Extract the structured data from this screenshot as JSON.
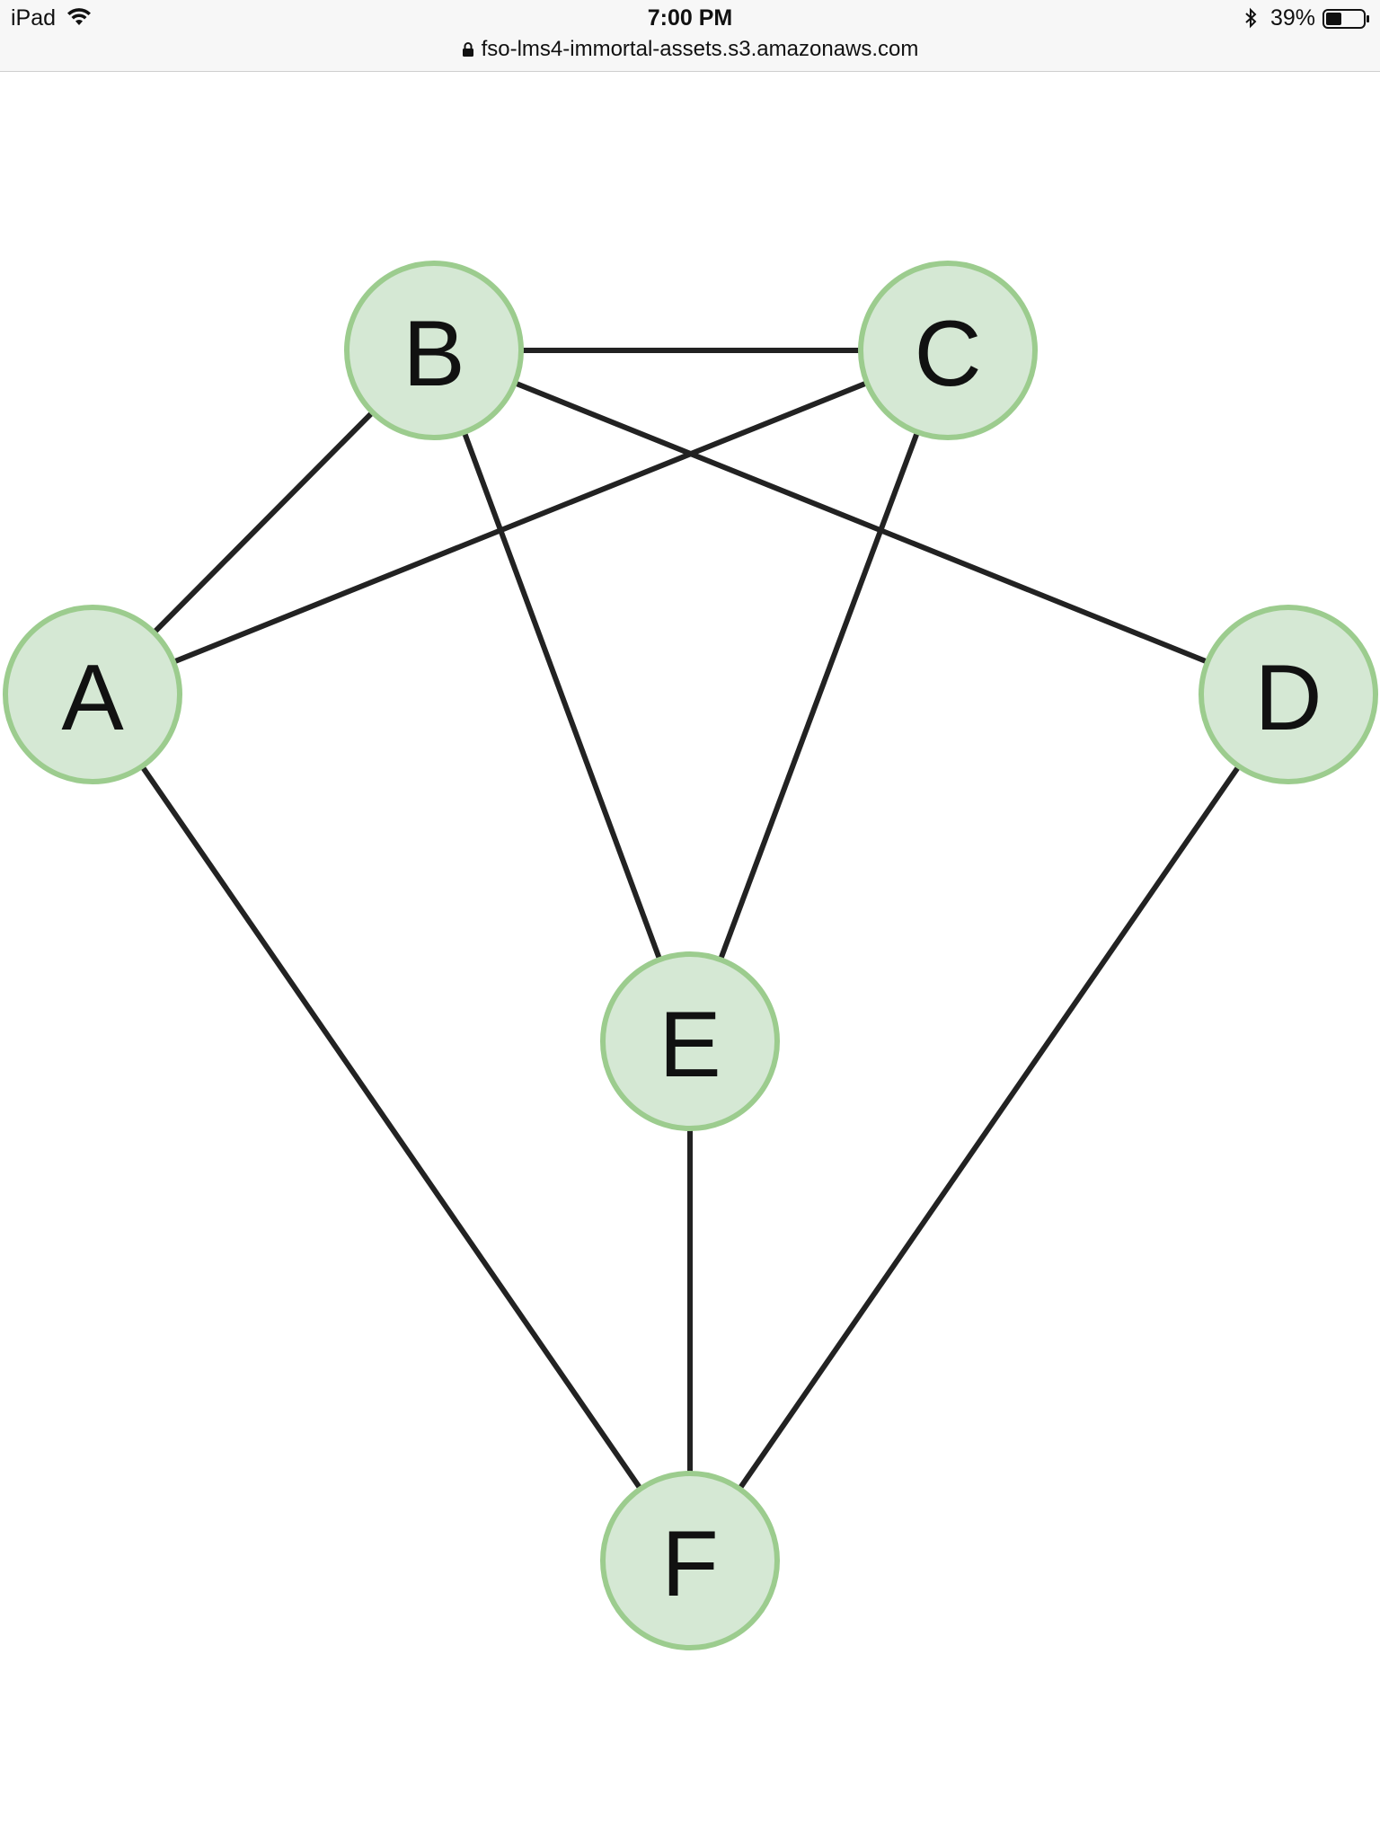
{
  "status_bar": {
    "device": "iPad",
    "time": "7:00 PM",
    "url": "fso-lms4-immortal-assets.s3.amazonaws.com",
    "battery": "39%",
    "icons": [
      "wifi-icon",
      "lock-icon",
      "bluetooth-icon",
      "battery-icon"
    ]
  },
  "graph": {
    "nodes": [
      {
        "id": "B",
        "label": "B"
      },
      {
        "id": "C",
        "label": "C"
      },
      {
        "id": "A",
        "label": "A"
      },
      {
        "id": "D",
        "label": "D"
      },
      {
        "id": "E",
        "label": "E"
      },
      {
        "id": "F",
        "label": "F"
      }
    ],
    "edges": [
      [
        "B",
        "C"
      ],
      [
        "B",
        "A"
      ],
      [
        "B",
        "E"
      ],
      [
        "B",
        "D"
      ],
      [
        "C",
        "A"
      ],
      [
        "C",
        "E"
      ],
      [
        "A",
        "F"
      ],
      [
        "D",
        "F"
      ],
      [
        "E",
        "F"
      ]
    ],
    "colors": {
      "node_fill": "#d5e8d4",
      "node_stroke": "#9ccc8e",
      "edge": "#222222"
    }
  }
}
